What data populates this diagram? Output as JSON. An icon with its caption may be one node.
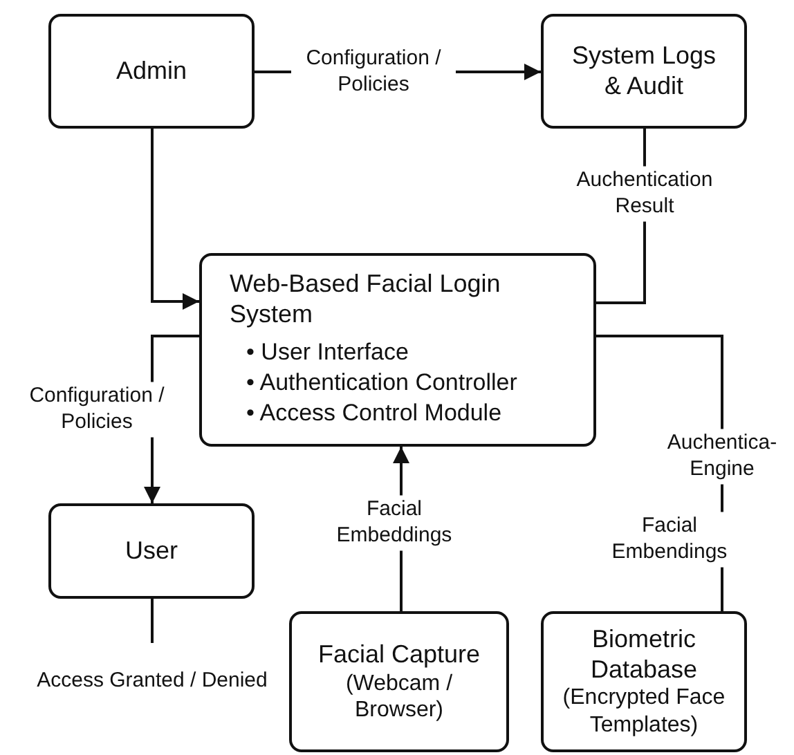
{
  "diagram": {
    "nodes": [
      {
        "text": [
          "Admin"
        ]
      },
      {
        "text": [
          "System Logs & Audit"
        ]
      },
      {
        "text": [
          "Web-Based Facial Login System",
          "• User Interface",
          "• Authentication Controller",
          "• Access Control Module"
        ]
      },
      {
        "text": [
          "User"
        ]
      },
      {
        "text": [
          "Facial Capture",
          "(Webcam / Browser)"
        ]
      },
      {
        "text": [
          "Biometric Database",
          "(Encrypted Face Templates)"
        ]
      }
    ],
    "edges": [
      {
        "from": 0,
        "to": 1,
        "arrow": "to",
        "label": "Configuration / Policies"
      },
      {
        "from": 0,
        "to": 2,
        "arrow": "to"
      },
      {
        "from": 1,
        "to": 2,
        "arrow": "none",
        "label": "Auchentication Result"
      },
      {
        "from": 2,
        "to": 3,
        "arrow": "to",
        "label": "Configuration / Policies"
      },
      {
        "from": 4,
        "to": 2,
        "arrow": "to",
        "label": "Facial Embeddings"
      },
      {
        "from": 5,
        "to": 2,
        "arrow": "none",
        "label": "Facial Embendings"
      },
      {
        "from": 3,
        "to": null,
        "arrow": "none",
        "label": "Access Granted / Denied"
      }
    ],
    "labels": [
      "Auchentica- Engine"
    ]
  }
}
